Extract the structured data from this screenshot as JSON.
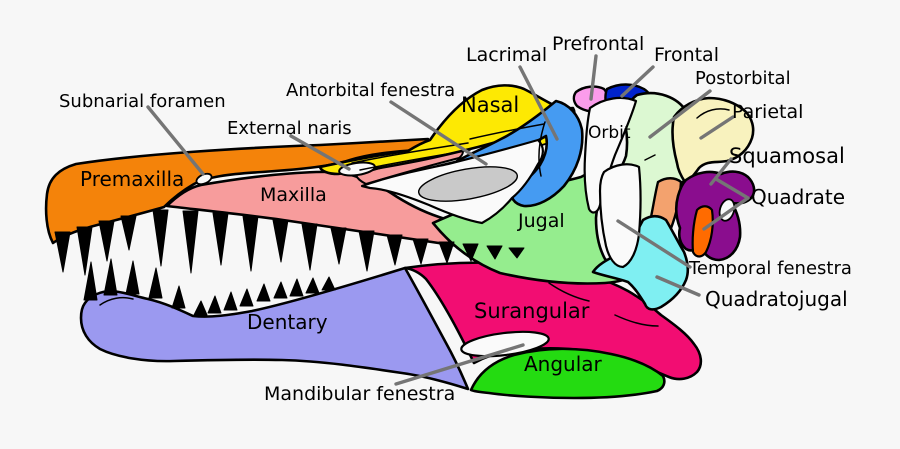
{
  "diagram": {
    "subject": "skull-anatomy-diagram"
  },
  "labels": {
    "subnarial_foramen": "Subnarial foramen",
    "external_naris": "External naris",
    "antorbital_fenestra": "Antorbital fenestra",
    "nasal": "Nasal",
    "lacrimal": "Lacrimal",
    "prefrontal": "Prefrontal",
    "frontal": "Frontal",
    "postorbital": "Postorbital",
    "parietal": "Parietal",
    "squamosal": "Squamosal",
    "quadrate": "Quadrate",
    "orbit": "Orbit",
    "temporal_fenestra": "Temporal fenestra",
    "quadratojugal": "Quadratojugal",
    "jugal": "Jugal",
    "premaxilla": "Premaxilla",
    "maxilla": "Maxilla",
    "dentary": "Dentary",
    "surangular": "Surangular",
    "angular": "Angular",
    "mandibular_fenestra": "Mandibular fenestra"
  },
  "colors": {
    "background": "#f7f7f7",
    "label_text": "#000000",
    "outline": "#000000",
    "leader_line": "#757575",
    "premaxilla": "#F4830A",
    "maxilla": "#F79C9C",
    "nasal": "#FDE903",
    "lacrimal": "#459BF2",
    "prefrontal": "#FB9CEB",
    "frontal": "#0023CC",
    "postorbital": "#DCF8D2",
    "parietal": "#F8F2BE",
    "squamosal_quadrate": "#8A0D8E",
    "quadrate_orange": "#FF6B00",
    "quadrate_shaft": "#F3A26E",
    "quadratojugal": "#7FEFF2",
    "jugal": "#95ED8E",
    "surangular": "#F20D72",
    "angular": "#24DB11",
    "dentary": "#9B99F0",
    "teeth": "#000000",
    "fenestra_fill": "#FAFAFA",
    "recess_gray": "#C9C9C9"
  }
}
